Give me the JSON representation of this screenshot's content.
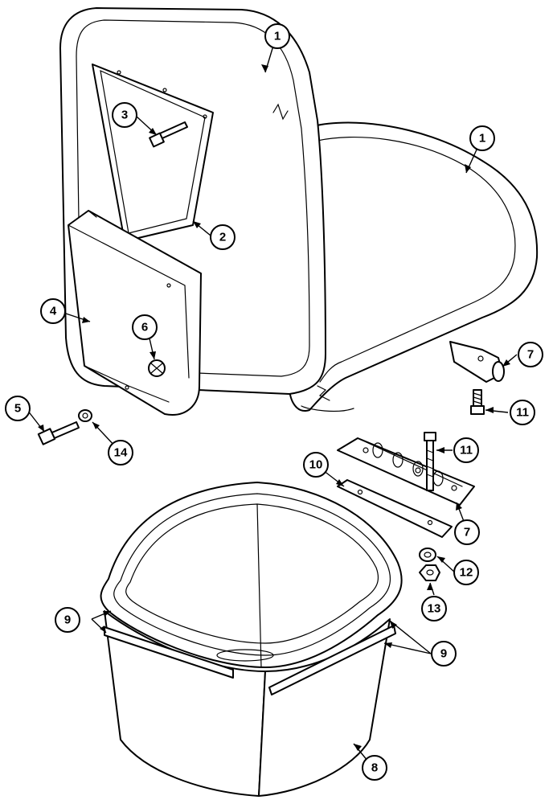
{
  "callouts": [
    {
      "id": "c1a",
      "label": "1"
    },
    {
      "id": "c1b",
      "label": "1"
    },
    {
      "id": "c2",
      "label": "2"
    },
    {
      "id": "c3",
      "label": "3"
    },
    {
      "id": "c4",
      "label": "4"
    },
    {
      "id": "c5",
      "label": "5"
    },
    {
      "id": "c6",
      "label": "6"
    },
    {
      "id": "c7a",
      "label": "7"
    },
    {
      "id": "c7b",
      "label": "7"
    },
    {
      "id": "c8",
      "label": "8"
    },
    {
      "id": "c9a",
      "label": "9"
    },
    {
      "id": "c9b",
      "label": "9"
    },
    {
      "id": "c10",
      "label": "10"
    },
    {
      "id": "c11a",
      "label": "11"
    },
    {
      "id": "c11b",
      "label": "11"
    },
    {
      "id": "c12",
      "label": "12"
    },
    {
      "id": "c13",
      "label": "13"
    },
    {
      "id": "c14",
      "label": "14"
    }
  ]
}
